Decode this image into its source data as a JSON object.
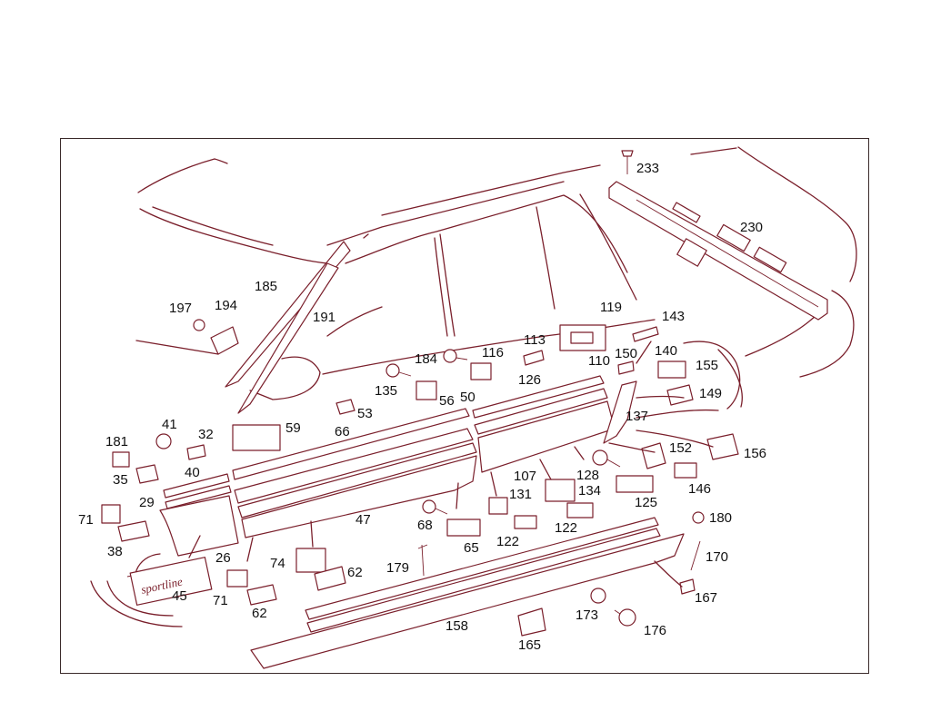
{
  "diagram": {
    "colors": {
      "line": "#7a1f2b",
      "label": "#111111",
      "frame": "#3a2a2a"
    },
    "badge_text": "sportline",
    "labels": [
      {
        "id": "233",
        "text": "233"
      },
      {
        "id": "230",
        "text": "230"
      },
      {
        "id": "185",
        "text": "185"
      },
      {
        "id": "191",
        "text": "191"
      },
      {
        "id": "197",
        "text": "197"
      },
      {
        "id": "194",
        "text": "194"
      },
      {
        "id": "119",
        "text": "119"
      },
      {
        "id": "143",
        "text": "143"
      },
      {
        "id": "113",
        "text": "113"
      },
      {
        "id": "116",
        "text": "116"
      },
      {
        "id": "184",
        "text": "184"
      },
      {
        "id": "150",
        "text": "150"
      },
      {
        "id": "140",
        "text": "140"
      },
      {
        "id": "155",
        "text": "155"
      },
      {
        "id": "110",
        "text": "110"
      },
      {
        "id": "126",
        "text": "126"
      },
      {
        "id": "135",
        "text": "135"
      },
      {
        "id": "56",
        "text": "56"
      },
      {
        "id": "50",
        "text": "50"
      },
      {
        "id": "149",
        "text": "149"
      },
      {
        "id": "53",
        "text": "53"
      },
      {
        "id": "137",
        "text": "137"
      },
      {
        "id": "41",
        "text": "41"
      },
      {
        "id": "59",
        "text": "59"
      },
      {
        "id": "66",
        "text": "66"
      },
      {
        "id": "181",
        "text": "181"
      },
      {
        "id": "32",
        "text": "32"
      },
      {
        "id": "152",
        "text": "152"
      },
      {
        "id": "156",
        "text": "156"
      },
      {
        "id": "35",
        "text": "35"
      },
      {
        "id": "40",
        "text": "40"
      },
      {
        "id": "128",
        "text": "128"
      },
      {
        "id": "107",
        "text": "107"
      },
      {
        "id": "146",
        "text": "146"
      },
      {
        "id": "134",
        "text": "134"
      },
      {
        "id": "131",
        "text": "131"
      },
      {
        "id": "125",
        "text": "125"
      },
      {
        "id": "29",
        "text": "29"
      },
      {
        "id": "71a",
        "text": "71"
      },
      {
        "id": "47",
        "text": "47"
      },
      {
        "id": "68",
        "text": "68"
      },
      {
        "id": "180",
        "text": "180"
      },
      {
        "id": "122a",
        "text": "122"
      },
      {
        "id": "122b",
        "text": "122"
      },
      {
        "id": "38",
        "text": "38"
      },
      {
        "id": "65",
        "text": "65"
      },
      {
        "id": "170",
        "text": "170"
      },
      {
        "id": "26",
        "text": "26"
      },
      {
        "id": "74",
        "text": "74"
      },
      {
        "id": "179",
        "text": "179"
      },
      {
        "id": "62a",
        "text": "62"
      },
      {
        "id": "71b",
        "text": "71"
      },
      {
        "id": "167",
        "text": "167"
      },
      {
        "id": "45",
        "text": "45"
      },
      {
        "id": "62b",
        "text": "62"
      },
      {
        "id": "173",
        "text": "173"
      },
      {
        "id": "158",
        "text": "158"
      },
      {
        "id": "176",
        "text": "176"
      },
      {
        "id": "165",
        "text": "165"
      }
    ]
  }
}
